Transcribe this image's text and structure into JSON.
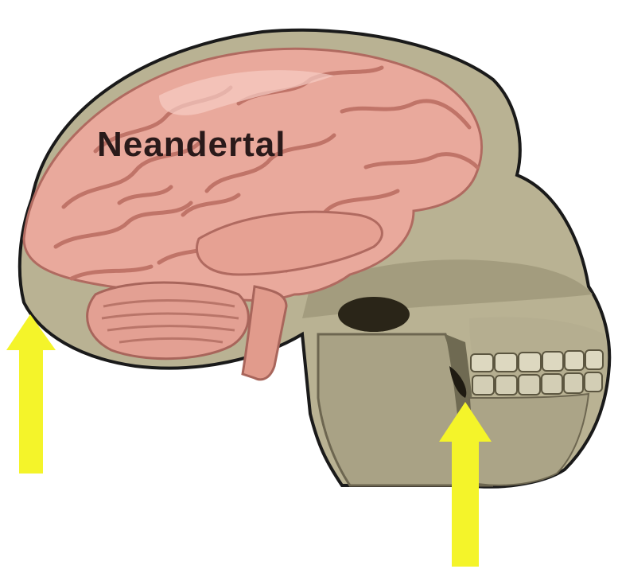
{
  "illustration": {
    "label": "Neandertal",
    "subject": "brain-inside-skull",
    "colors": {
      "brain": "#e9a99c",
      "brain_fold": "#c97e74",
      "brain_highlight": "#f6cdc4",
      "skull": "#b9b293",
      "skull_shadow": "#8f876a",
      "teeth": "#ddd8c0",
      "arrow": "#f4f42a",
      "background": "#ffffff"
    },
    "arrows": [
      {
        "name": "occipital-arrow",
        "direction": "up"
      },
      {
        "name": "jaw-arrow",
        "direction": "up"
      }
    ]
  }
}
